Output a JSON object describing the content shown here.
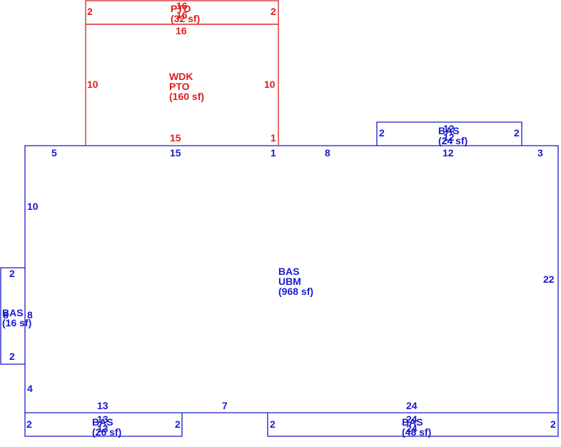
{
  "colors": {
    "main": "#1a1acc",
    "deck": "#dd1e1e",
    "background": "#ffffff"
  },
  "main_area": {
    "label": "BAS",
    "sublabel": "UBM",
    "area": "(968 sf)",
    "dims": {
      "top_left": "5",
      "top_mid": "15",
      "top_mid2": "1",
      "top_right_a": "8",
      "top_right_b": "12",
      "top_right_c": "3",
      "left_upper": "10",
      "left_lower": "4",
      "right": "22",
      "bottom_left": "13",
      "bottom_mid": "7",
      "bottom_right": "24"
    }
  },
  "deck": {
    "label": "WDK",
    "sublabel": "PTO",
    "area": "(160 sf)",
    "dims": {
      "top": "16",
      "left": "10",
      "right": "10",
      "bottom_a": "15",
      "bottom_b": "1"
    }
  },
  "patio": {
    "label": "PTO",
    "area": "(32 sf)",
    "dims": {
      "top": "16",
      "top_b": "16",
      "left": "2",
      "right": "2"
    }
  },
  "bump_top_right": {
    "label": "BAS",
    "area": "(24 sf)",
    "dims": {
      "top": "12",
      "top_b": "12",
      "left": "2",
      "right": "2"
    }
  },
  "bump_left": {
    "label": "BAS",
    "area": "(16 sf)",
    "dims": {
      "top": "2",
      "bottom": "2",
      "side": "8",
      "side_b": "8"
    }
  },
  "bump_bottom_left": {
    "label": "BAS",
    "area": "(26 sf)",
    "dims": {
      "top": "13",
      "top_b": "13",
      "left": "2",
      "right": "2"
    }
  },
  "bump_bottom_right": {
    "label": "BAS",
    "area": "(48 sf)",
    "dims": {
      "top": "24",
      "top_b": "24",
      "left": "2",
      "right": "2"
    }
  }
}
